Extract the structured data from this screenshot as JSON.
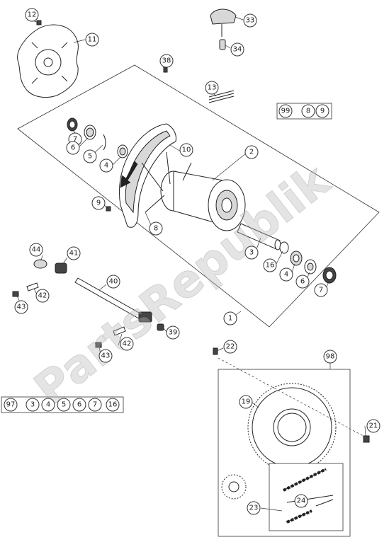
{
  "diagram": {
    "watermark_text": "PartsRepublik",
    "callouts": {
      "c12": "12",
      "c11": "11",
      "c33": "33",
      "c34": "34",
      "c38": "38",
      "c13": "13",
      "c99": "99",
      "c99_8": "8",
      "c99_9": "9",
      "c7a": "7",
      "c6a": "6",
      "c5a": "5",
      "c4a": "4",
      "c10": "10",
      "c2": "2",
      "c9": "9",
      "c8": "8",
      "c44": "44",
      "c41": "41",
      "c3": "3",
      "c16": "16",
      "c4b": "4",
      "c6b": "6",
      "c7b": "7",
      "c42a": "42",
      "c43a": "43",
      "c40": "40",
      "c1": "1",
      "c39": "39",
      "c42b": "42",
      "c43b": "43",
      "c22": "22",
      "c98": "98",
      "c19": "19",
      "c21": "21",
      "c97": "97",
      "c97_3": "3",
      "c97_4": "4",
      "c97_5": "5",
      "c97_6": "6",
      "c97_7": "7",
      "c97_16": "16",
      "c23": "23",
      "c24": "24"
    },
    "colors": {
      "line": "#222222",
      "watermark": "#b8b8b8"
    }
  }
}
